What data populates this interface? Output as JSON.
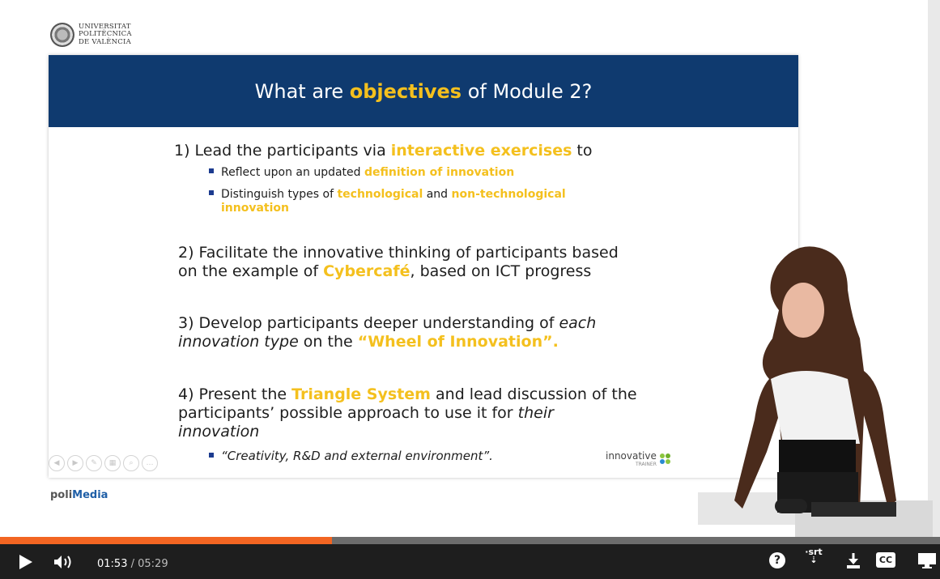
{
  "university": {
    "line1": "UNIVERSITAT",
    "line2": "POLITÈCNICA",
    "line3": "DE VALÈNCIA"
  },
  "slide": {
    "title": {
      "pre": "What are ",
      "highlight": "objectives",
      "post": " of Module 2?"
    },
    "obj1": {
      "pre": "1) Lead the participants via ",
      "highlight": "interactive exercises",
      "post": " to"
    },
    "obj1_sub1": {
      "pre": "Reflect upon an updated ",
      "highlight": "definition of innovation"
    },
    "obj1_sub2": {
      "pre": "Distinguish types of ",
      "hl1": "technological",
      "mid": " and ",
      "hl2": "non-technological",
      "hl3": "innovation"
    },
    "obj2": {
      "line1": "2) Facilitate the innovative thinking of participants based",
      "pre": "on the example of ",
      "highlight": "Cybercafé",
      "post": ", based on ICT progress"
    },
    "obj3": {
      "pre": "3) Develop participants deeper understanding of ",
      "em1": "each",
      "em2": "innovation type",
      "mid": " on the ",
      "highlight": "“Wheel of Innovation”."
    },
    "obj4": {
      "pre": "4) Present the ",
      "highlight": "Triangle System",
      "post": " and lead discussion of the",
      "line2_pre": "participants’ possible approach to use it for ",
      "line2_em": "their",
      "line3": "innovation"
    },
    "obj4_sub": "“Creativity, R&D and external environment”.",
    "brand": "innovative",
    "brand_sub": "TRAINER"
  },
  "footer_brand": {
    "pre": "poli",
    "highlight": "Media"
  },
  "player": {
    "current_time": "01:53",
    "separator": " / ",
    "duration": "05:29",
    "progress": 0.353,
    "accent": "#f26522",
    "controls": [
      "play-icon",
      "volume-icon",
      "help-icon",
      "srt-download-icon",
      "download-icon",
      "cc-icon",
      "screen-icon"
    ]
  },
  "colors": {
    "slide_header": "#0f3a6f",
    "highlight": "#f4c01e",
    "bullet": "#1c3b8f"
  }
}
